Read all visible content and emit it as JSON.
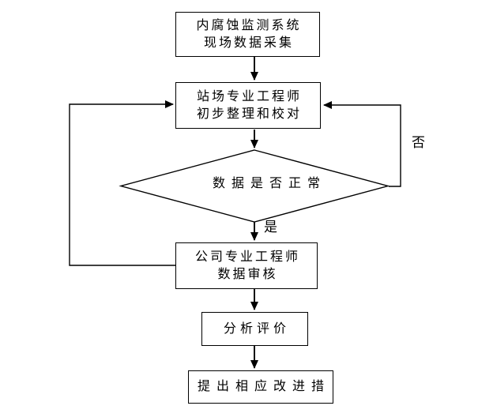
{
  "flowchart": {
    "nodes": {
      "collection": {
        "line1": "内腐蚀监测系统",
        "line2": "现场数据采集"
      },
      "station_review": {
        "line1": "站场专业工程师",
        "line2": "初步整理和校对"
      },
      "decision": {
        "label": "数据是否正常"
      },
      "company_review": {
        "line1": "公司专业工程师",
        "line2": "数据审核"
      },
      "analysis": {
        "label": "分析评价"
      },
      "improvement": {
        "label": "提出相应改进措"
      }
    },
    "branch_labels": {
      "yes": "是",
      "no": "否"
    },
    "colors": {
      "background": "#ffffff",
      "line": "#000000",
      "node_border": "#000000",
      "node_fill": "#ffffff",
      "text": "#000000"
    }
  }
}
